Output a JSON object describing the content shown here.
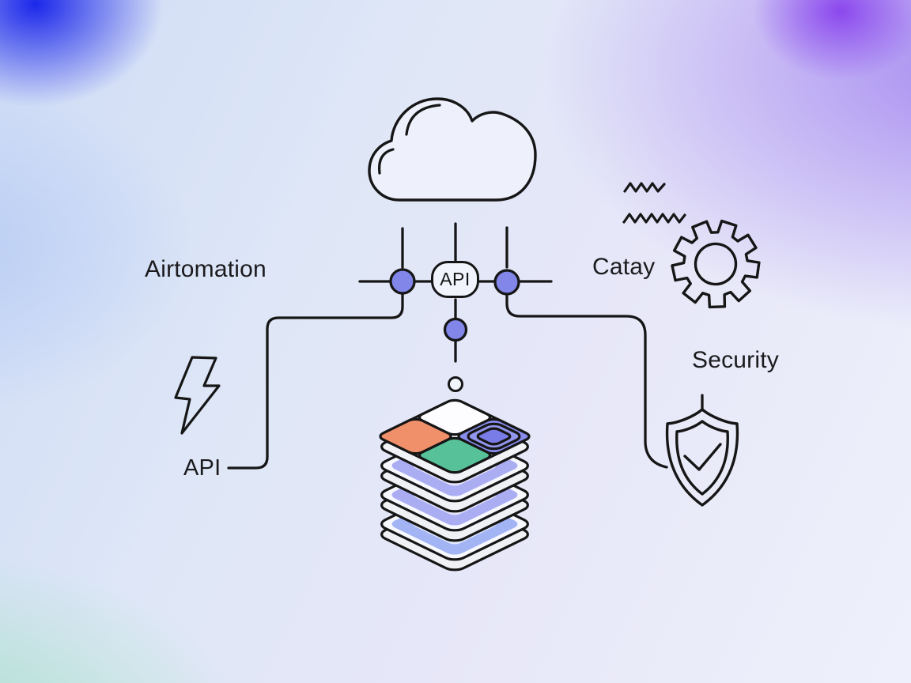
{
  "diagram": {
    "hub": {
      "label": "API"
    },
    "labels": {
      "airtomation": "Airtomation",
      "catay": "Catay",
      "security": "Security",
      "api_left": "API"
    },
    "icons": {
      "cloud": "cloud-icon",
      "gear": "gear-icon",
      "squiggles": "zigzag-lines-icon",
      "shield": "shield-check-icon",
      "bolt": "lightning-bolt-icon",
      "stack": "layer-stack-icon",
      "dots": "junction-dot"
    },
    "colors": {
      "ink": "#161616",
      "dot_purple": "#8286e9",
      "layer_orange": "#f0906a",
      "layer_green": "#57c19a",
      "layer_purple": "#888ceb",
      "layer_inset_purple": "#797ce7",
      "layer_lavender": "#abadf3",
      "layer_lavender_blue": "#a3b4f5",
      "bg_blue_blob": "#1b27ea",
      "bg_purple_blob": "#8b48ee",
      "bg_purple_field": "#a88ef1",
      "bg_mint": "#a7e1c8",
      "bg_light_blue": "#b9cdf4"
    }
  }
}
